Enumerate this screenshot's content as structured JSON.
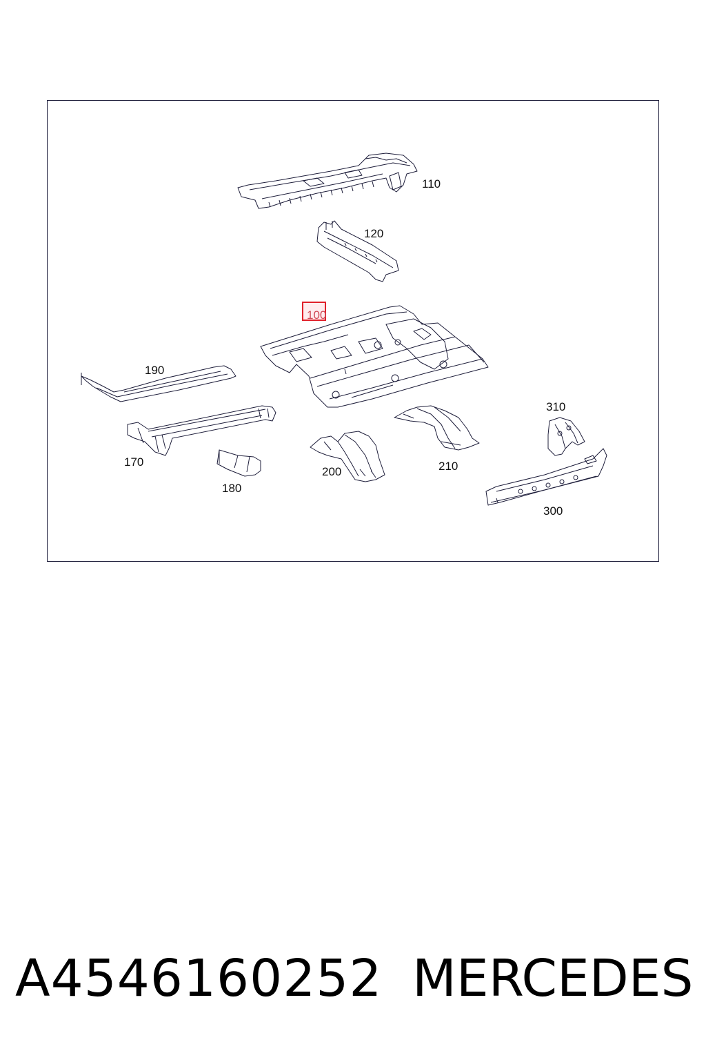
{
  "diagram": {
    "callouts": {
      "c110": "110",
      "c120": "120",
      "c100": "100",
      "c190": "190",
      "c170": "170",
      "c180": "180",
      "c200": "200",
      "c210": "210",
      "c310": "310",
      "c300": "300"
    },
    "highlighted_callout": "100",
    "colors": {
      "line": "#1d1d3a",
      "highlight_border": "#e0202a",
      "highlight_text": "#d04a56"
    }
  },
  "footer": {
    "part_number": "A4546160252",
    "brand": "MERCEDES"
  }
}
